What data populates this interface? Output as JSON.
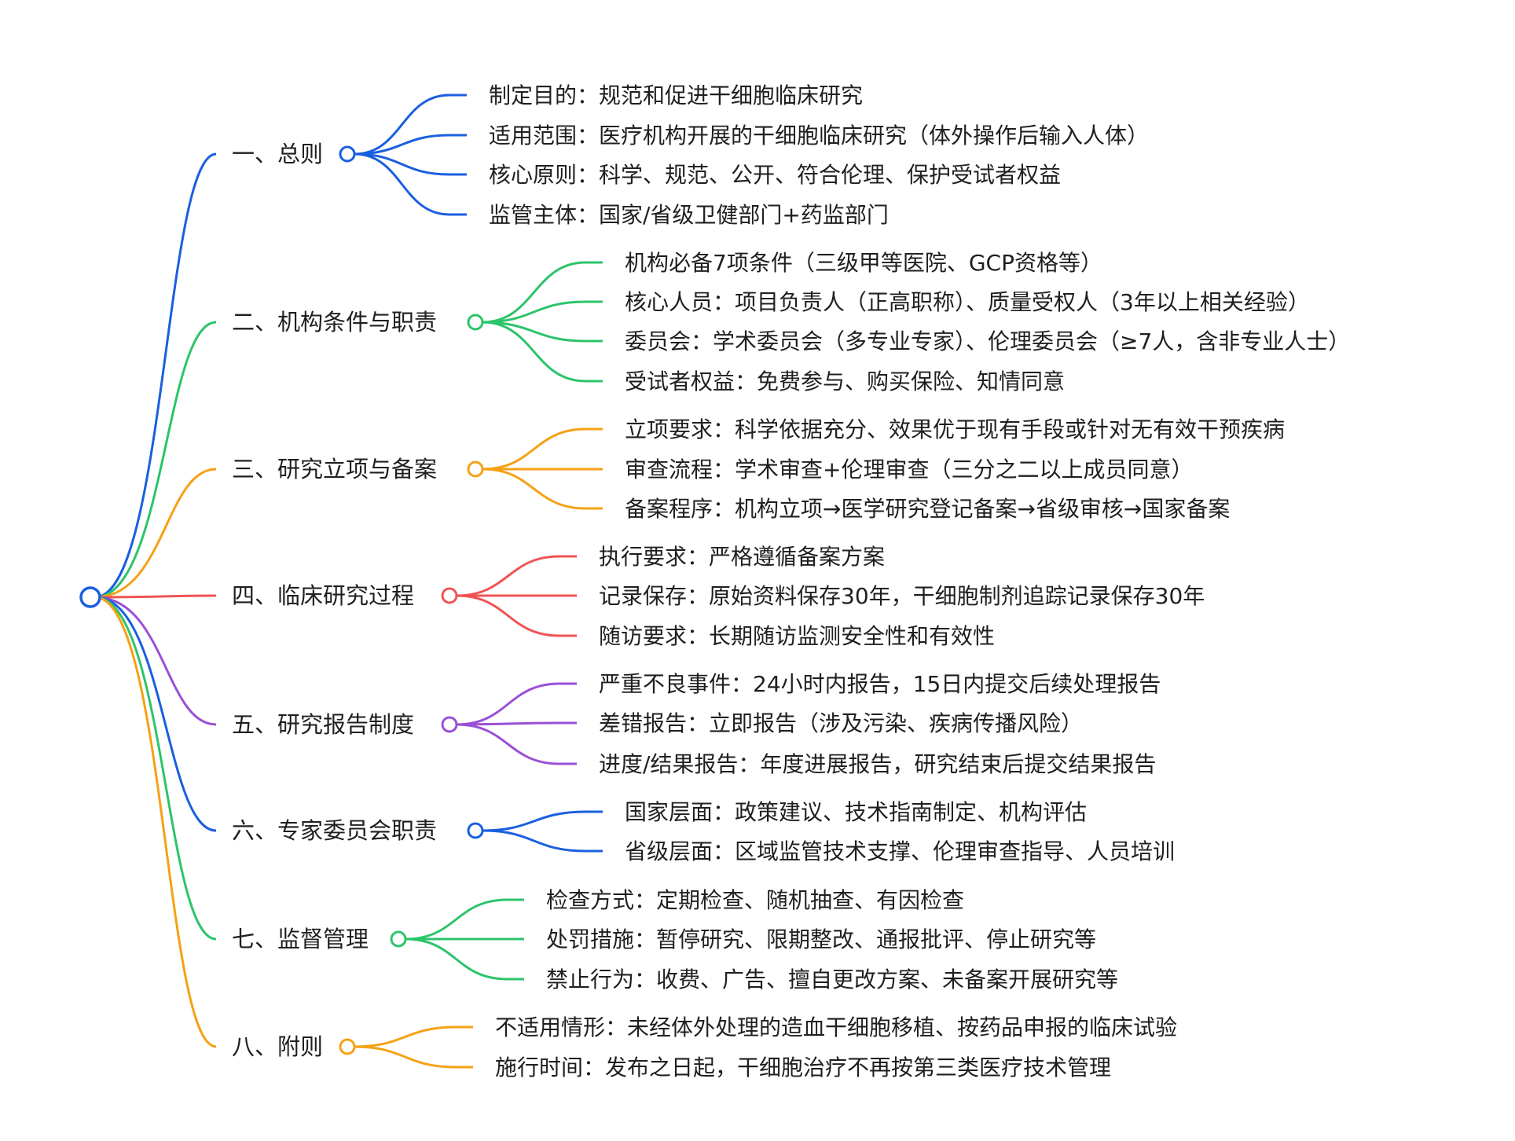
{
  "colors": {
    "blue": "#1a5fe0",
    "green": "#2cc46b",
    "orange": "#f5a115",
    "red": "#ef5454",
    "purple": "#9b4fd6",
    "text": "#1f1f1f"
  },
  "root": {
    "label": "",
    "color": "blue"
  },
  "branches": [
    {
      "label": "一、总则",
      "color": "blue",
      "children": [
        "制定目的：规范和促进干细胞临床研究",
        "适用范围：医疗机构开展的干细胞临床研究（体外操作后输入人体）",
        "核心原则：科学、规范、公开、符合伦理、保护受试者权益",
        "监管主体：国家/省级卫健部门+药监部门"
      ]
    },
    {
      "label": "二、机构条件与职责",
      "color": "green",
      "children": [
        "机构必备7项条件（三级甲等医院、GCP资格等）",
        "核心人员：项目负责人（正高职称）、质量受权人（3年以上相关经验）",
        "委员会：学术委员会（多专业专家）、伦理委员会（≥7人，含非专业人士）",
        "受试者权益：免费参与、购买保险、知情同意"
      ]
    },
    {
      "label": "三、研究立项与备案",
      "color": "orange",
      "children": [
        "立项要求：科学依据充分、效果优于现有手段或针对无有效干预疾病",
        "审查流程：学术审查+伦理审查（三分之二以上成员同意）",
        "备案程序：机构立项→医学研究登记备案→省级审核→国家备案"
      ]
    },
    {
      "label": "四、临床研究过程",
      "color": "red",
      "children": [
        "执行要求：严格遵循备案方案",
        "记录保存：原始资料保存30年，干细胞制剂追踪记录保存30年",
        "随访要求：长期随访监测安全性和有效性"
      ]
    },
    {
      "label": "五、研究报告制度",
      "color": "purple",
      "children": [
        "严重不良事件：24小时内报告，15日内提交后续处理报告",
        "差错报告：立即报告（涉及污染、疾病传播风险）",
        "进度/结果报告：年度进展报告，研究结束后提交结果报告"
      ]
    },
    {
      "label": "六、专家委员会职责",
      "color": "blue",
      "children": [
        "国家层面：政策建议、技术指南制定、机构评估",
        "省级层面：区域监管技术支撑、伦理审查指导、人员培训"
      ]
    },
    {
      "label": "七、监督管理",
      "color": "green",
      "children": [
        "检查方式：定期检查、随机抽查、有因检查",
        "处罚措施：暂停研究、限期整改、通报批评、停止研究等",
        "禁止行为：收费、广告、擅自更改方案、未备案开展研究等"
      ]
    },
    {
      "label": "八、附则",
      "color": "orange",
      "children": [
        "不适用情形：未经体外处理的造血干细胞移植、按药品申报的临床试验",
        "施行时间：发布之日起，干细胞治疗不再按第三类医疗技术管理"
      ]
    }
  ]
}
